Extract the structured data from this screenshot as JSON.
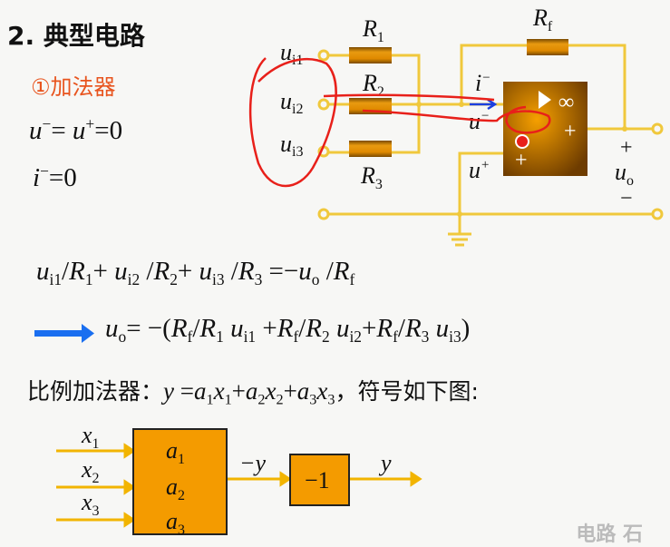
{
  "slide": {
    "title": "2. 典型电路",
    "subtitle": "①加法器",
    "cond1": [
      {
        "t": "u",
        "it": true,
        "sup": "−"
      },
      {
        "t": "= "
      },
      {
        "t": "u",
        "it": true,
        "sup": "+"
      },
      {
        "t": "=0"
      }
    ],
    "cond2": [
      {
        "t": "i",
        "it": true,
        "sup": "−"
      },
      {
        "t": "=0"
      }
    ],
    "eq1": [
      {
        "t": "u",
        "it": true,
        "sub": "i1"
      },
      {
        "t": "/"
      },
      {
        "t": "R",
        "it": true,
        "sub": "1"
      },
      {
        "t": "+ "
      },
      {
        "t": "u",
        "it": true,
        "sub": "i2"
      },
      {
        "t": " /"
      },
      {
        "t": "R",
        "it": true,
        "sub": "2"
      },
      {
        "t": "+ "
      },
      {
        "t": "u",
        "it": true,
        "sub": "i3"
      },
      {
        "t": " /"
      },
      {
        "t": "R",
        "it": true,
        "sub": "3"
      },
      {
        "t": " =−"
      },
      {
        "t": "u",
        "it": true,
        "sub": "o"
      },
      {
        "t": " /"
      },
      {
        "t": "R",
        "it": true,
        "sub": "f"
      }
    ],
    "eq2": [
      {
        "t": "u",
        "it": true,
        "sub": "o"
      },
      {
        "t": "= −("
      },
      {
        "t": "R",
        "it": true,
        "sub": "f"
      },
      {
        "t": "/"
      },
      {
        "t": "R",
        "it": true,
        "sub": "1"
      },
      {
        "t": " "
      },
      {
        "t": "u",
        "it": true,
        "sub": "i1"
      },
      {
        "t": " +"
      },
      {
        "t": "R",
        "it": true,
        "sub": "f"
      },
      {
        "t": "/"
      },
      {
        "t": "R",
        "it": true,
        "sub": "2"
      },
      {
        "t": " "
      },
      {
        "t": "u",
        "it": true,
        "sub": "i2"
      },
      {
        "t": "+"
      },
      {
        "t": "R",
        "it": true,
        "sub": "f"
      },
      {
        "t": "/"
      },
      {
        "t": "R",
        "it": true,
        "sub": "3"
      },
      {
        "t": " "
      },
      {
        "t": "u",
        "it": true,
        "sub": "i3"
      },
      {
        "t": ")"
      }
    ],
    "eq3_prefix": "比例加法器：",
    "eq3": [
      {
        "t": "y",
        "it": true
      },
      {
        "t": " ="
      },
      {
        "t": "a",
        "it": true,
        "sub": "1"
      },
      {
        "t": "x",
        "it": true,
        "sub": "1"
      },
      {
        "t": "+"
      },
      {
        "t": "a",
        "it": true,
        "sub": "2"
      },
      {
        "t": "x",
        "it": true,
        "sub": "2"
      },
      {
        "t": "+"
      },
      {
        "t": "a",
        "it": true,
        "sub": "3"
      },
      {
        "t": "x",
        "it": true,
        "sub": "3"
      }
    ],
    "eq3_suffix": "，符号如下图:",
    "watermark": "电路  石"
  },
  "circuit": {
    "R1": "R",
    "R1_sub": "1",
    "R2": "R",
    "R2_sub": "2",
    "R3": "R",
    "R3_sub": "3",
    "Rf": "R",
    "Rf_sub": "f",
    "ui1": "u",
    "ui1_sub": "i1",
    "ui2": "u",
    "ui2_sub": "i2",
    "ui3": "u",
    "ui3_sub": "i3",
    "i_minus": "i",
    "i_minus_sup": "−",
    "u_minus": "u",
    "u_minus_sup": "−",
    "u_plus": "u",
    "u_plus_sup": "+",
    "uo": "u",
    "uo_sub": "o",
    "out_plus": "+",
    "out_minus": "−",
    "opamp_inf": "∞",
    "opamp_minus": "−",
    "opamp_plus_out": "+",
    "opamp_plus_in": "+"
  },
  "block": {
    "x1": "x",
    "x1_sub": "1",
    "x2": "x",
    "x2_sub": "2",
    "x3": "x",
    "x3_sub": "3",
    "a1": "a",
    "a1_sub": "1",
    "a2": "a",
    "a2_sub": "2",
    "a3": "a",
    "a3_sub": "3",
    "neg_y": "−y",
    "gain": "−1",
    "y": "y"
  },
  "colors": {
    "wire": "#f0c83c",
    "resistor": "#e08a00",
    "opamp": "#8a4e00",
    "accent": "#e8541e",
    "block": "#f49b00",
    "arrow": "#1a6ff0",
    "ink": "#e8201a"
  }
}
